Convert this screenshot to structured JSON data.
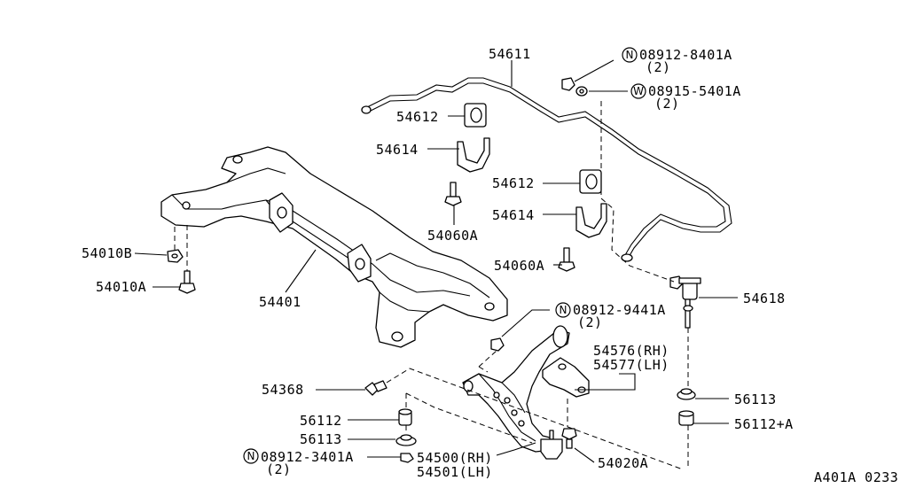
{
  "labels": {
    "p54611": "54611",
    "p54612a": "54612",
    "p54614a": "54614",
    "p54612b": "54612",
    "p54614b": "54614",
    "p54060a": "54060A",
    "p54060b": "54060A",
    "p54010b": "54010B",
    "p54010a": "54010A",
    "p54401": "54401",
    "p54618": "54618",
    "p54576": "54576(RH)",
    "p54577": "54577(LH)",
    "p54368": "54368",
    "p56113a": "56113",
    "p56112plus": "56112+A",
    "p56112": "56112",
    "p56113b": "56113",
    "p54500": "54500(RH)",
    "p54501": "54501(LH)",
    "p54020": "54020A",
    "nut1_code": "08912-8401A",
    "nut1_qty": "(2)",
    "washer_code": "08915-5401A",
    "washer_qty": "(2)",
    "nut2_code": "08912-9441A",
    "nut2_qty": "(2)",
    "nut3_code": "08912-3401A",
    "nut3_qty": "(2)",
    "ref_code": "A401A 0233"
  },
  "symbols": {
    "nut": "N",
    "washer": "W"
  }
}
